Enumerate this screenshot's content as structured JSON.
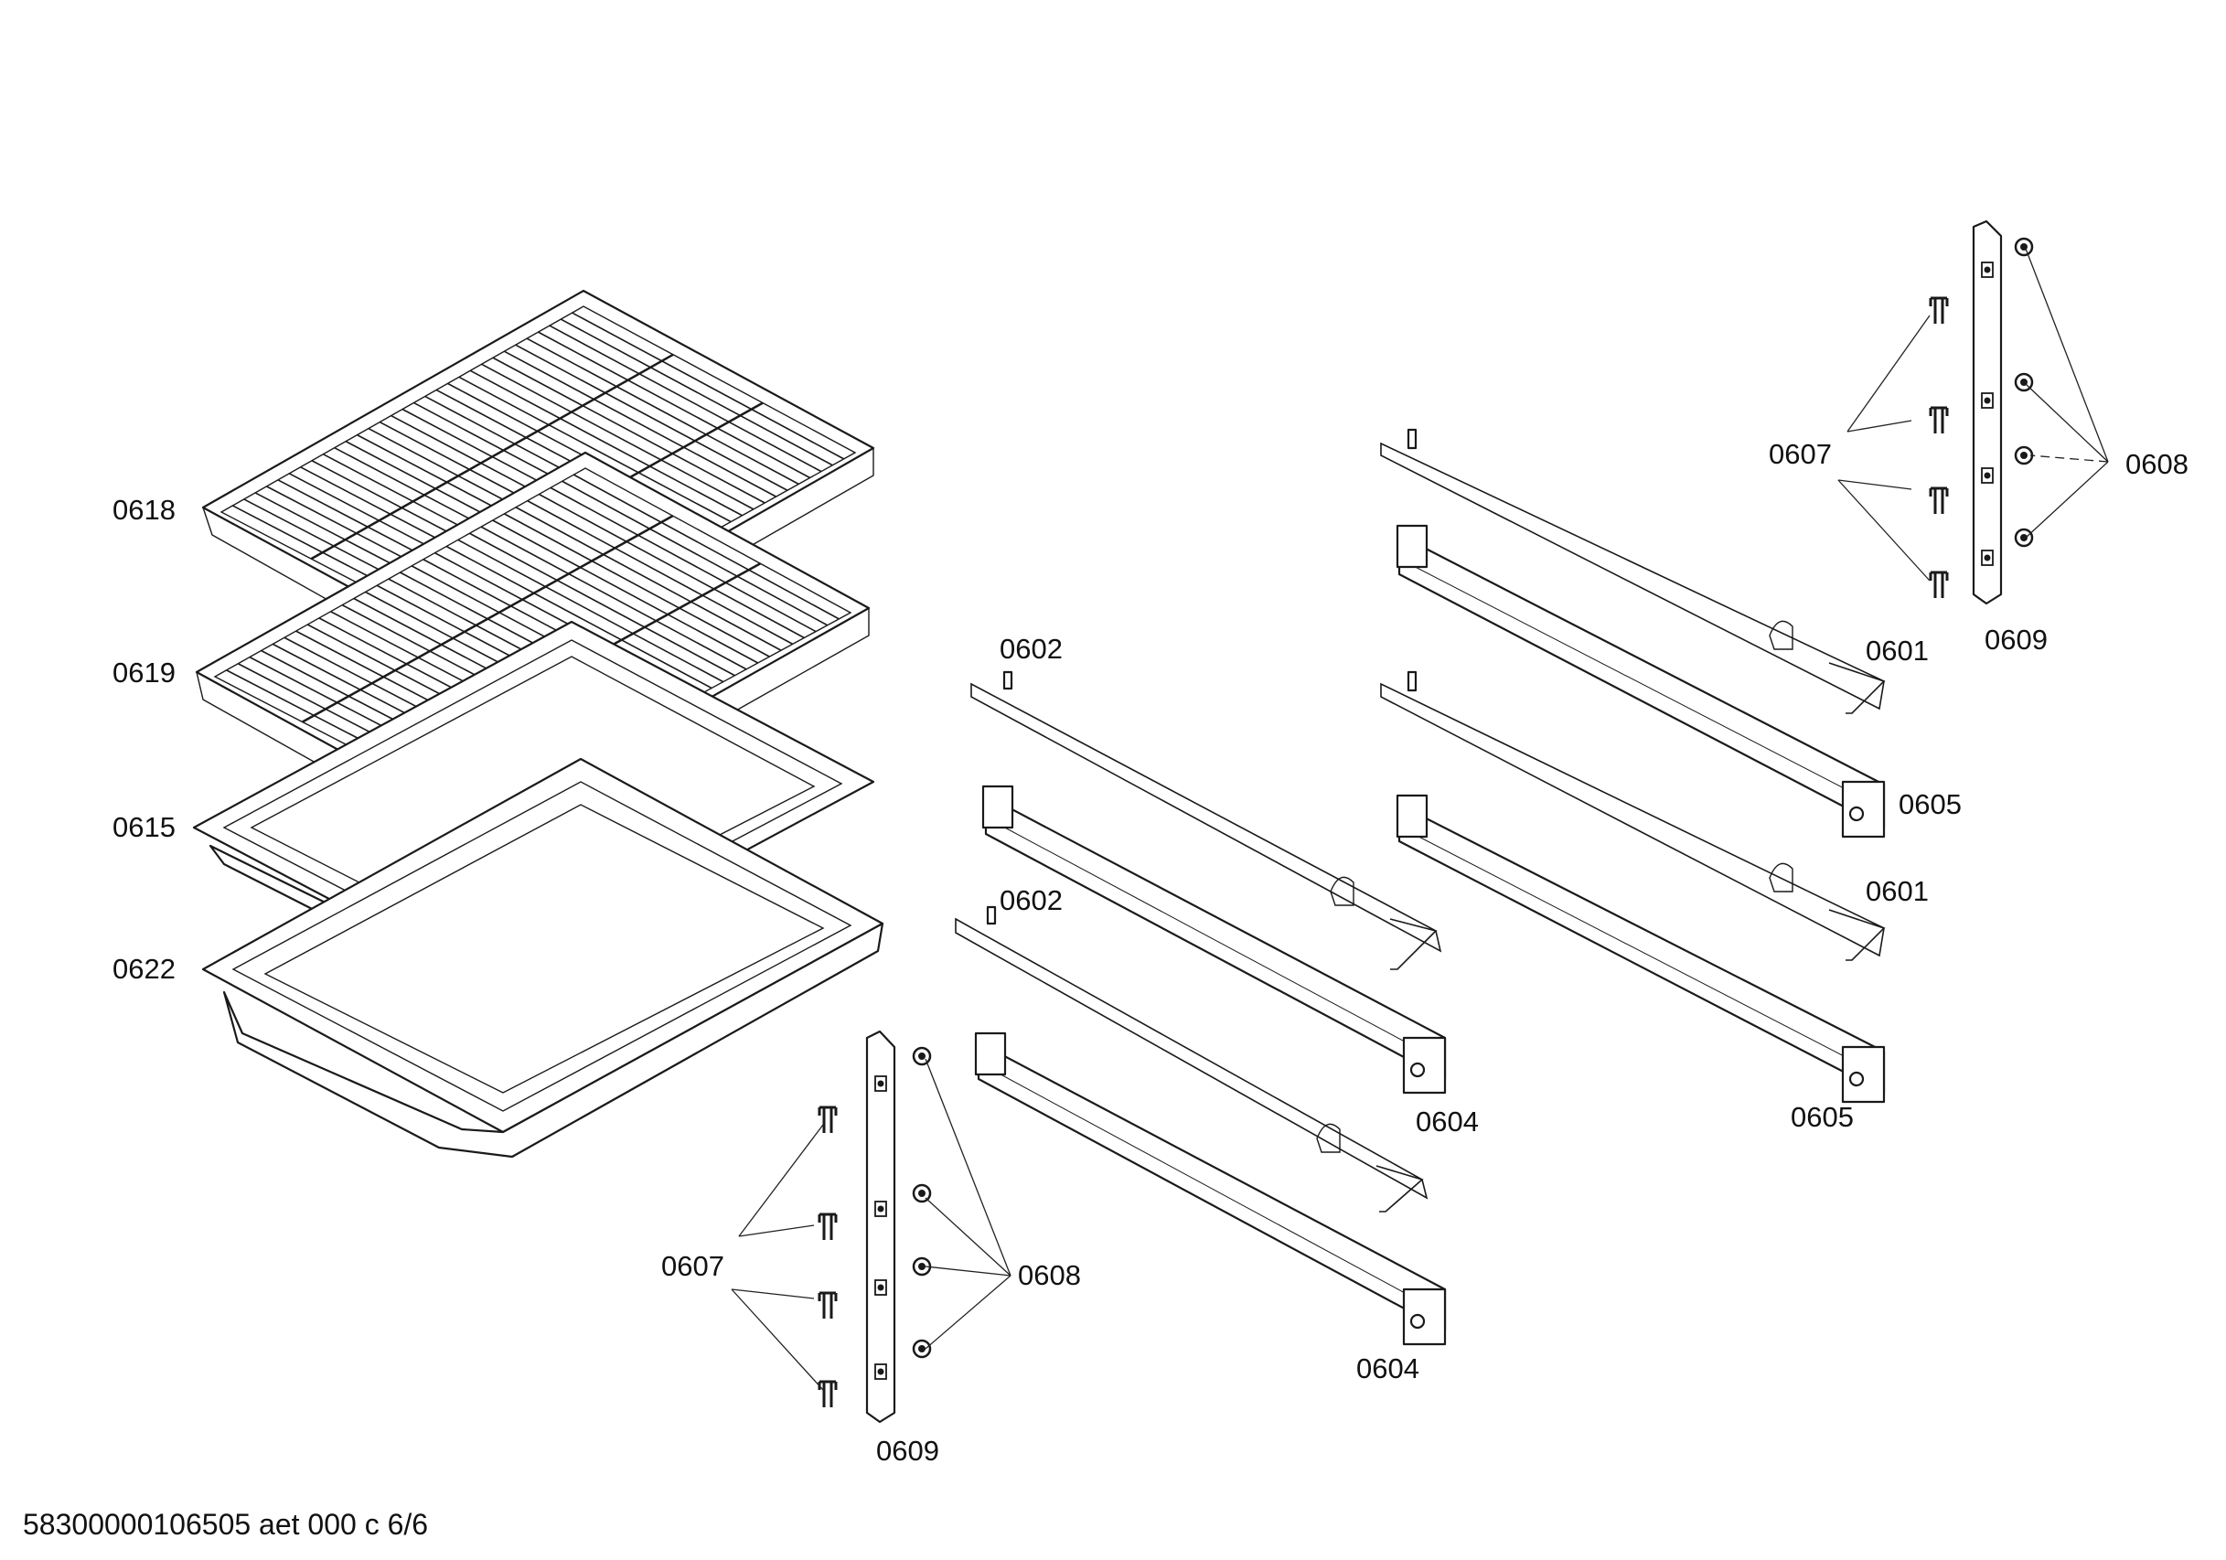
{
  "labels": {
    "rack_upper": "0618",
    "rack_lower": "0619",
    "tray_flat": "0615",
    "tray_deep": "0622",
    "rail_left_top": "0602",
    "rail_left_bottom": "0602",
    "rail_right_top": "0601",
    "rail_right_bottom": "0601",
    "runner_left_top": "0604",
    "runner_left_bottom": "0604",
    "runner_right_top": "0605",
    "runner_right_bottom": "0605",
    "clips_right": "0607",
    "nuts_right": "0608",
    "bracket_right": "0609",
    "clips_left": "0607",
    "nuts_left": "0608",
    "bracket_left": "0609"
  },
  "footer": "58300000106505 aet 000 c 6/6"
}
